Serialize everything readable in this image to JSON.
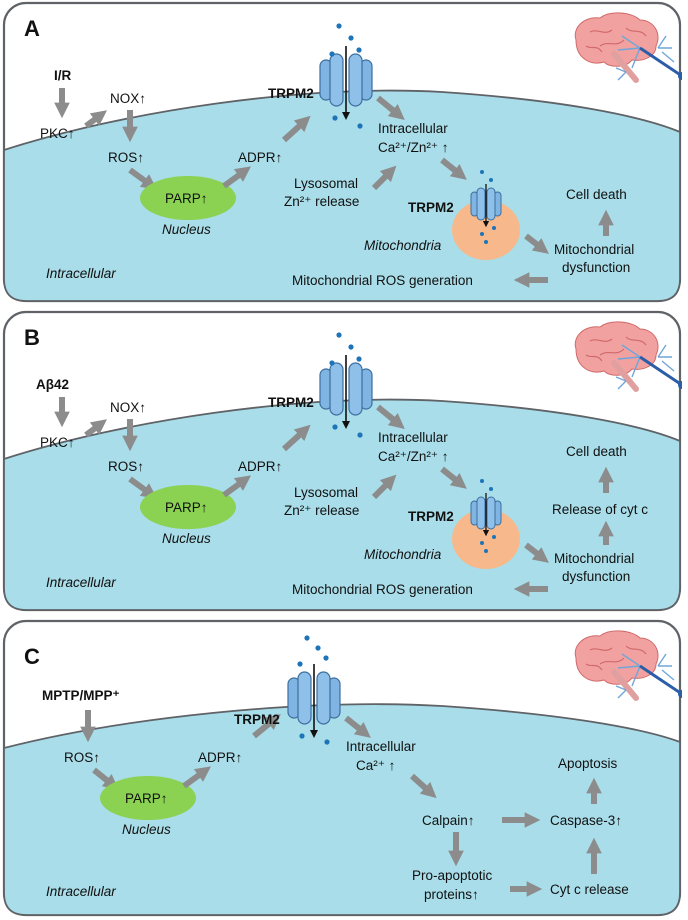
{
  "colors": {
    "cell": "#a8dde9",
    "cell_border": "#5f6266",
    "nucleus": "#8bd152",
    "mito": "#f7b98b",
    "channel": "#7fb4e3",
    "arrow": "#8c8c8c",
    "ion": "#1d74b8"
  },
  "panels": [
    {
      "letter": "A",
      "trigger": "I/R",
      "texts": {
        "nox": "NOX↑",
        "pkc": "PKC↑",
        "ros": "ROS↑",
        "parp": "PARP↑",
        "nucleus": "Nucleus",
        "adpr": "ADPR↑",
        "trpm2_top": "TRPM2",
        "intracellular_1": "Intracellular",
        "intracellular_2": "Ca²⁺/Zn²⁺ ↑",
        "lyso_1": "Lysosomal",
        "lyso_2": "Zn²⁺ release",
        "trpm2_mito": "TRPM2",
        "mito": "Mitochondria",
        "cell_death": "Cell death",
        "mito_dys_1": "Mitochondrial",
        "mito_dys_2": "dysfunction",
        "mito_ros": "Mitochondrial ROS generation",
        "intracellular_label": "Intracellular"
      }
    },
    {
      "letter": "B",
      "trigger": "Aβ42",
      "texts": {
        "nox": "NOX↑",
        "pkc": "PKC↑",
        "ros": "ROS↑",
        "parp": "PARP↑",
        "nucleus": "Nucleus",
        "adpr": "ADPR↑",
        "trpm2_top": "TRPM2",
        "intracellular_1": "Intracellular",
        "intracellular_2": "Ca²⁺/Zn²⁺ ↑",
        "lyso_1": "Lysosomal",
        "lyso_2": "Zn²⁺ release",
        "trpm2_mito": "TRPM2",
        "mito": "Mitochondria",
        "cell_death": "Cell death",
        "cyt_c": "Release of cyt c",
        "mito_dys_1": "Mitochondrial",
        "mito_dys_2": "dysfunction",
        "mito_ros": "Mitochondrial ROS generation",
        "intracellular_label": "Intracellular"
      }
    },
    {
      "letter": "C",
      "trigger": "MPTP/MPP⁺",
      "texts": {
        "ros": "ROS↑",
        "parp": "PARP↑",
        "nucleus": "Nucleus",
        "adpr": "ADPR↑",
        "trpm2_top": "TRPM2",
        "intracellular_1": "Intracellular",
        "intracellular_2": "Ca²⁺ ↑",
        "calpain": "Calpain↑",
        "apoptosis": "Apoptosis",
        "caspase": "Caspase-3↑",
        "pro_1": "Pro-apoptotic",
        "pro_2": "proteins↑",
        "cytc_release": "Cyt c release",
        "intracellular_label": "Intracellular"
      }
    }
  ]
}
